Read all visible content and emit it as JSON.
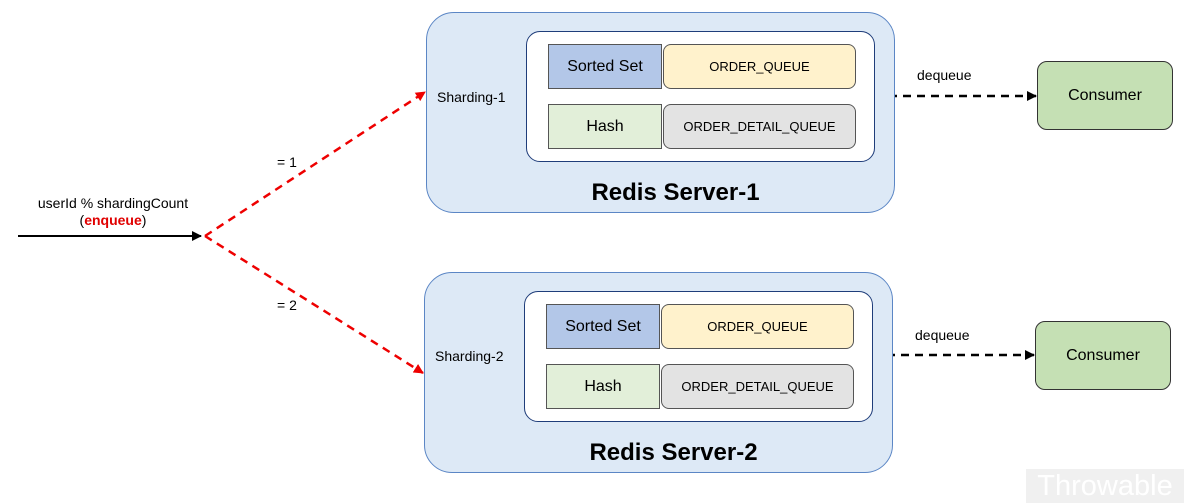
{
  "entry": {
    "expression": "userId % shardingCount",
    "paren_open": "(",
    "action": "enqueue",
    "paren_close": ")"
  },
  "branches": [
    {
      "condition": "= 1"
    },
    {
      "condition": "= 2"
    }
  ],
  "servers": [
    {
      "title": "Redis Server-1",
      "shard": "Sharding-1",
      "rows": [
        {
          "type": "Sorted Set",
          "key": "ORDER_QUEUE"
        },
        {
          "type": "Hash",
          "key": "ORDER_DETAIL_QUEUE"
        }
      ],
      "edge_label": "dequeue",
      "consumer": "Consumer"
    },
    {
      "title": "Redis Server-2",
      "shard": "Sharding-2",
      "rows": [
        {
          "type": "Sorted Set",
          "key": "ORDER_QUEUE"
        },
        {
          "type": "Hash",
          "key": "ORDER_DETAIL_QUEUE"
        }
      ],
      "edge_label": "dequeue",
      "consumer": "Consumer"
    }
  ],
  "watermark": "Throwable",
  "colors": {
    "server_fill": "#dde9f6",
    "server_border": "#5b86c5",
    "sorted_set_fill": "#b3c7e8",
    "hash_fill": "#e2efd9",
    "queue_fill": "#fff2cc",
    "detail_fill": "#e3e3e3",
    "consumer_fill": "#c5e0b4",
    "routing_arrow": "#ee0000"
  }
}
